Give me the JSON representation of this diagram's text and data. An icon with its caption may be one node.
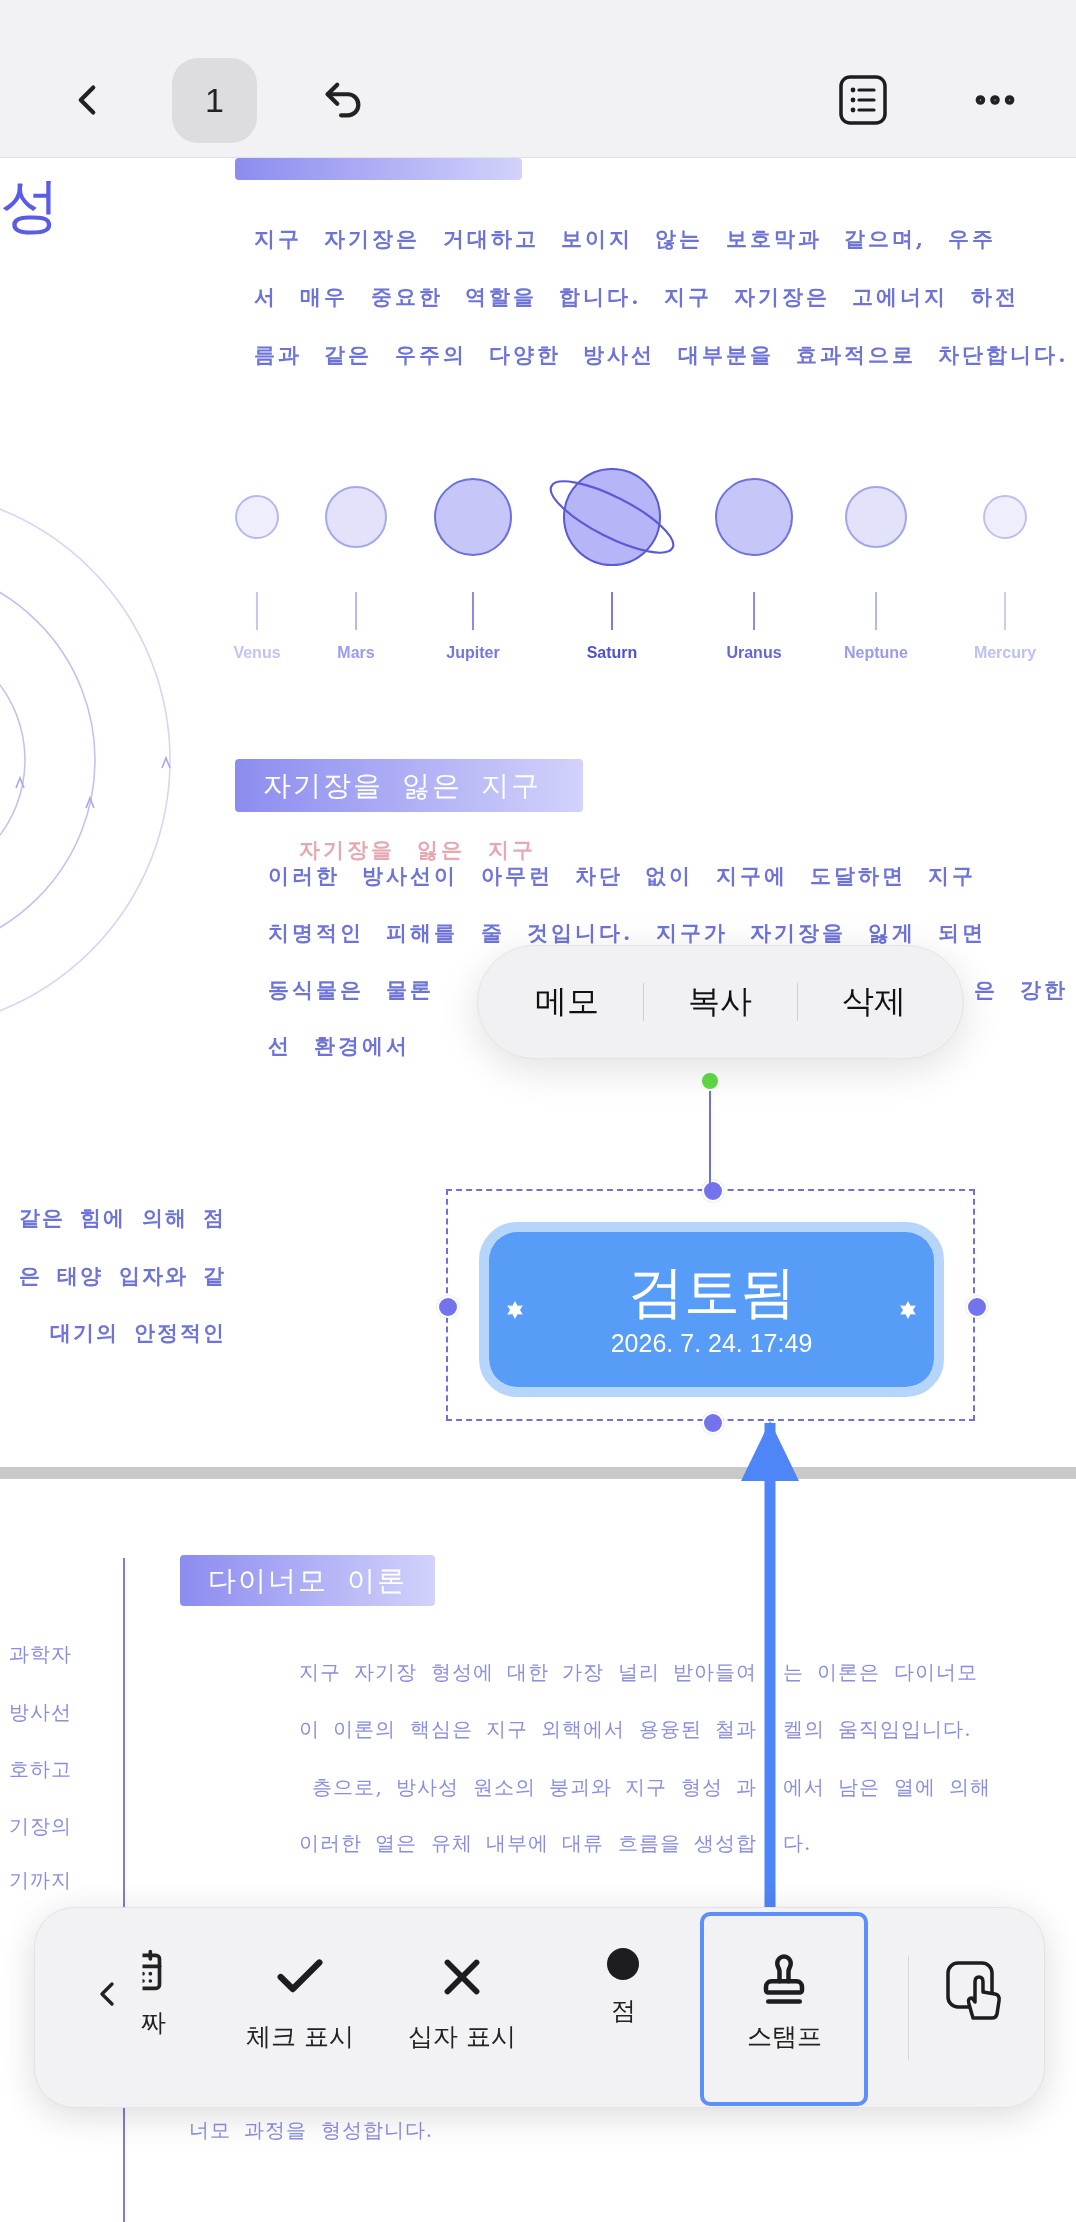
{
  "diagram": {
    "nodes": [
      {
        "text": [
          "1"
        ]
      },
      {
        "text": [],
        "shape": "bar"
      },
      {
        "text": [
          "자기장을 잃은 지구"
        ]
      },
      {
        "text": [
          "메모",
          "복사",
          "삭제"
        ]
      },
      {
        "text": [],
        "shape": "box"
      },
      {
        "text": [
          "검토됨",
          "2026. 7. 24. 17:49"
        ],
        "in": 4
      },
      {
        "text": [
          "다이너모 이론"
        ]
      },
      {
        "text": [
          "짜",
          "체크 표시",
          "십자 표시",
          "점"
        ]
      },
      {
        "text": [
          "스탬프"
        ],
        "in": 7
      }
    ],
    "edges": [
      {
        "from": 8,
        "to": 4,
        "arrow": "to"
      }
    ],
    "labels": [
      "성",
      "지구 자기장은 거대하고 보이지 않는 보호막과 같으며, 우주",
      "서 매우 중요한 역할을 합니다. 지구 자기장은 고에너지 하전",
      "름과 같은 우주의 다양한 방사선 대부분을 효과적으로 차단합니다.",
      "Venus",
      "Mars",
      "Jupiter",
      "Saturn",
      "Uranus",
      "Neptune",
      "Mercury",
      "자기장을 잃은 지구",
      "이러한 방사선이 아무런 차단 없이 지구에 도달하면 지구",
      "치명적인 피해를 줄 것입니다. 지구가 자기장을 잃게 되면",
      "동식물은 물론",
      "은 강한",
      "선 환경에서",
      "같은 힘에 의해 점",
      "은 태양 입자와 같",
      "대기의 안정적인",
      "과학자",
      "방사선",
      "호하고",
      "기장의",
      "기까지",
      "지구 자기장 형성에 대한 가장 널리 받아들여",
      "는 이론은 다이너모",
      "이 이론의 핵심은 지구 외핵에서 용융된 철과",
      "켈의 움직임입니다.",
      "층으로, 방사성 원소의 붕괴와 지구 형성 과",
      "에서 남은 열에 의해",
      "이러한 열은 유체 내부에 대류 흐름을 생성합",
      "다.",
      "너모 과정을 형성합니다."
    ]
  }
}
